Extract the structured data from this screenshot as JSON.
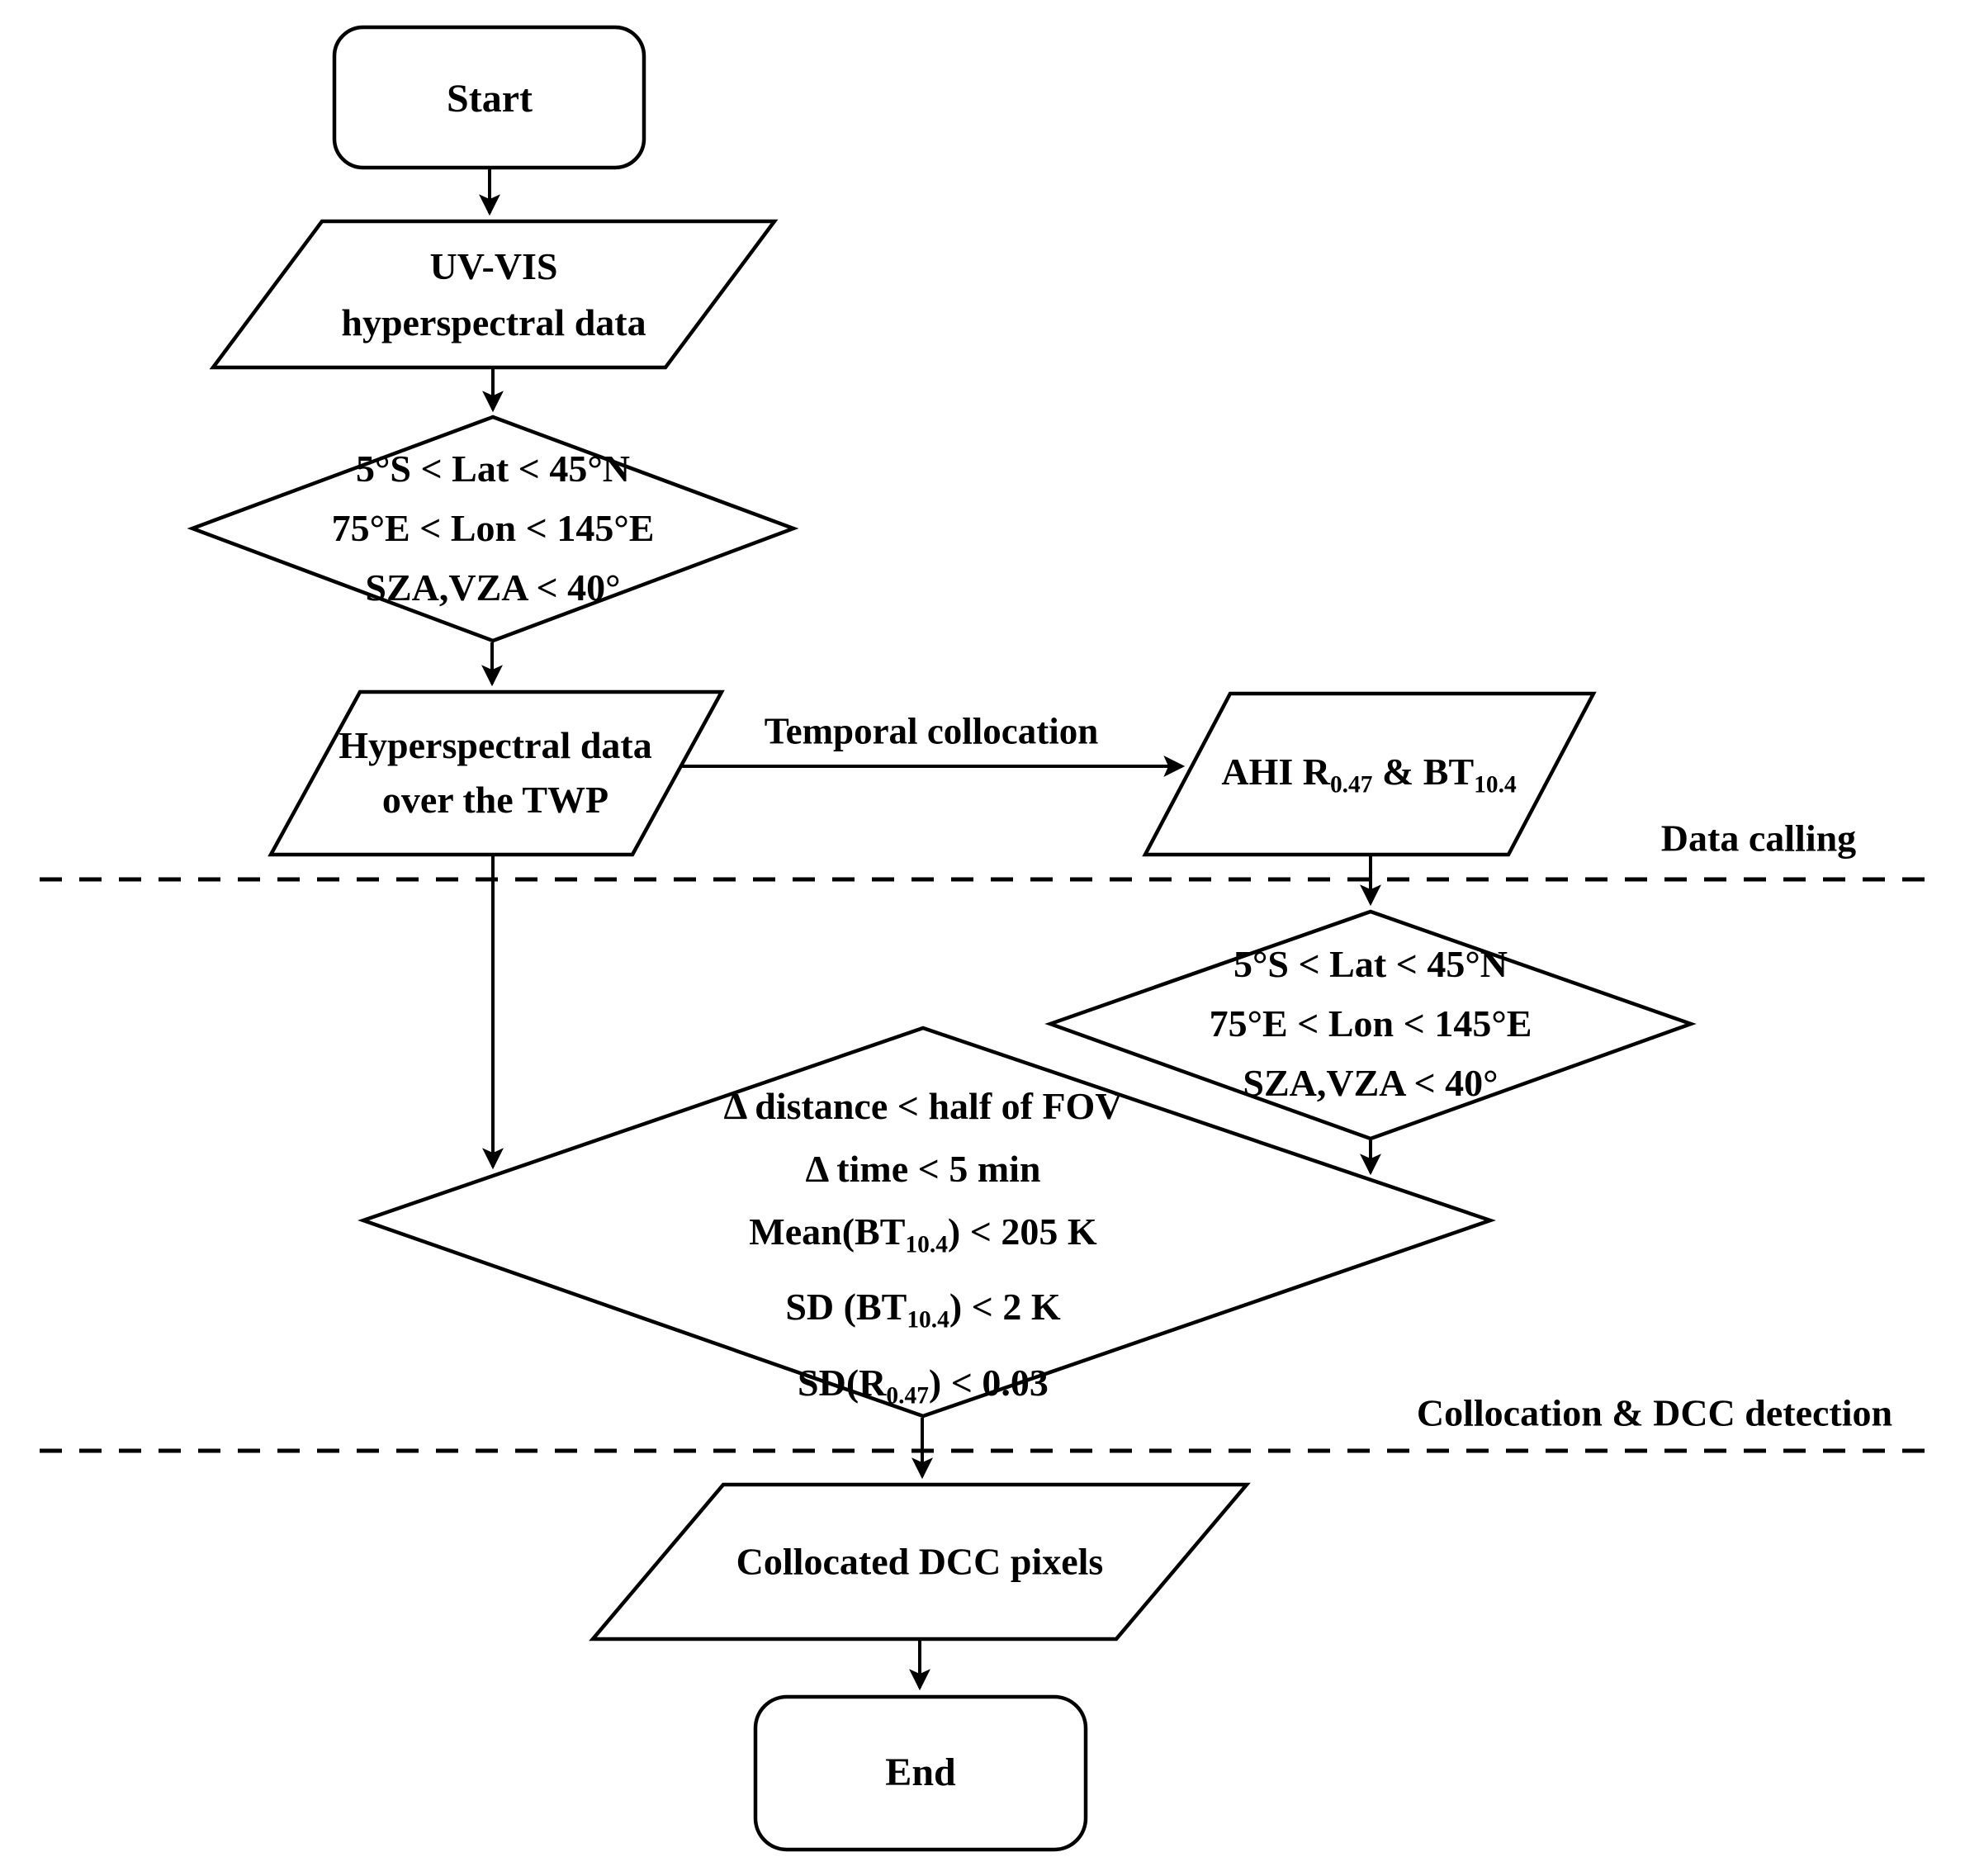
{
  "diagram": {
    "title_semantic": "DCC collocation flowchart",
    "colors": {
      "background": "#ffffff",
      "stroke": "#000000",
      "text": "#000000"
    },
    "nodes": {
      "start": {
        "label": "Start"
      },
      "uvvis": {
        "line1": "UV-VIS",
        "line2": "hyperspectral data"
      },
      "filter1": {
        "line1": "5°S < Lat < 45°N",
        "line2": "75°E < Lon < 145°E",
        "line3": "SZA,VZA < 40°"
      },
      "twp": {
        "line1": "Hyperspectral data",
        "line2": "over the TWP"
      },
      "ahi": {
        "rich": [
          {
            "t": "AHI R"
          },
          {
            "s": "0.47"
          },
          {
            "t": " & BT"
          },
          {
            "s": "10.4"
          }
        ]
      },
      "filter2": {
        "line1": "5°S < Lat < 45°N",
        "line2": "75°E < Lon < 145°E",
        "line3": "SZA,VZA < 40°"
      },
      "dcc": {
        "line1": "Δ distance < half of FOV",
        "line2": "Δ time < 5 min",
        "line3": [
          {
            "t": "Mean(BT"
          },
          {
            "s": "10.4"
          },
          {
            "t": ") < 205 K"
          }
        ],
        "line4": [
          {
            "t": "SD (BT"
          },
          {
            "s": "10.4"
          },
          {
            "t": ") < 2 K"
          }
        ],
        "line5": [
          {
            "t": "SD(R"
          },
          {
            "s": "0.47"
          },
          {
            "t": ") < 0.03"
          }
        ]
      },
      "collocated": {
        "label": "Collocated DCC pixels"
      },
      "end": {
        "label": "End"
      }
    },
    "edges": {
      "temporal_label": "Temporal collocation"
    },
    "sections": {
      "section1_label": "Data calling",
      "section2_label": "Collocation & DCC detection"
    }
  }
}
